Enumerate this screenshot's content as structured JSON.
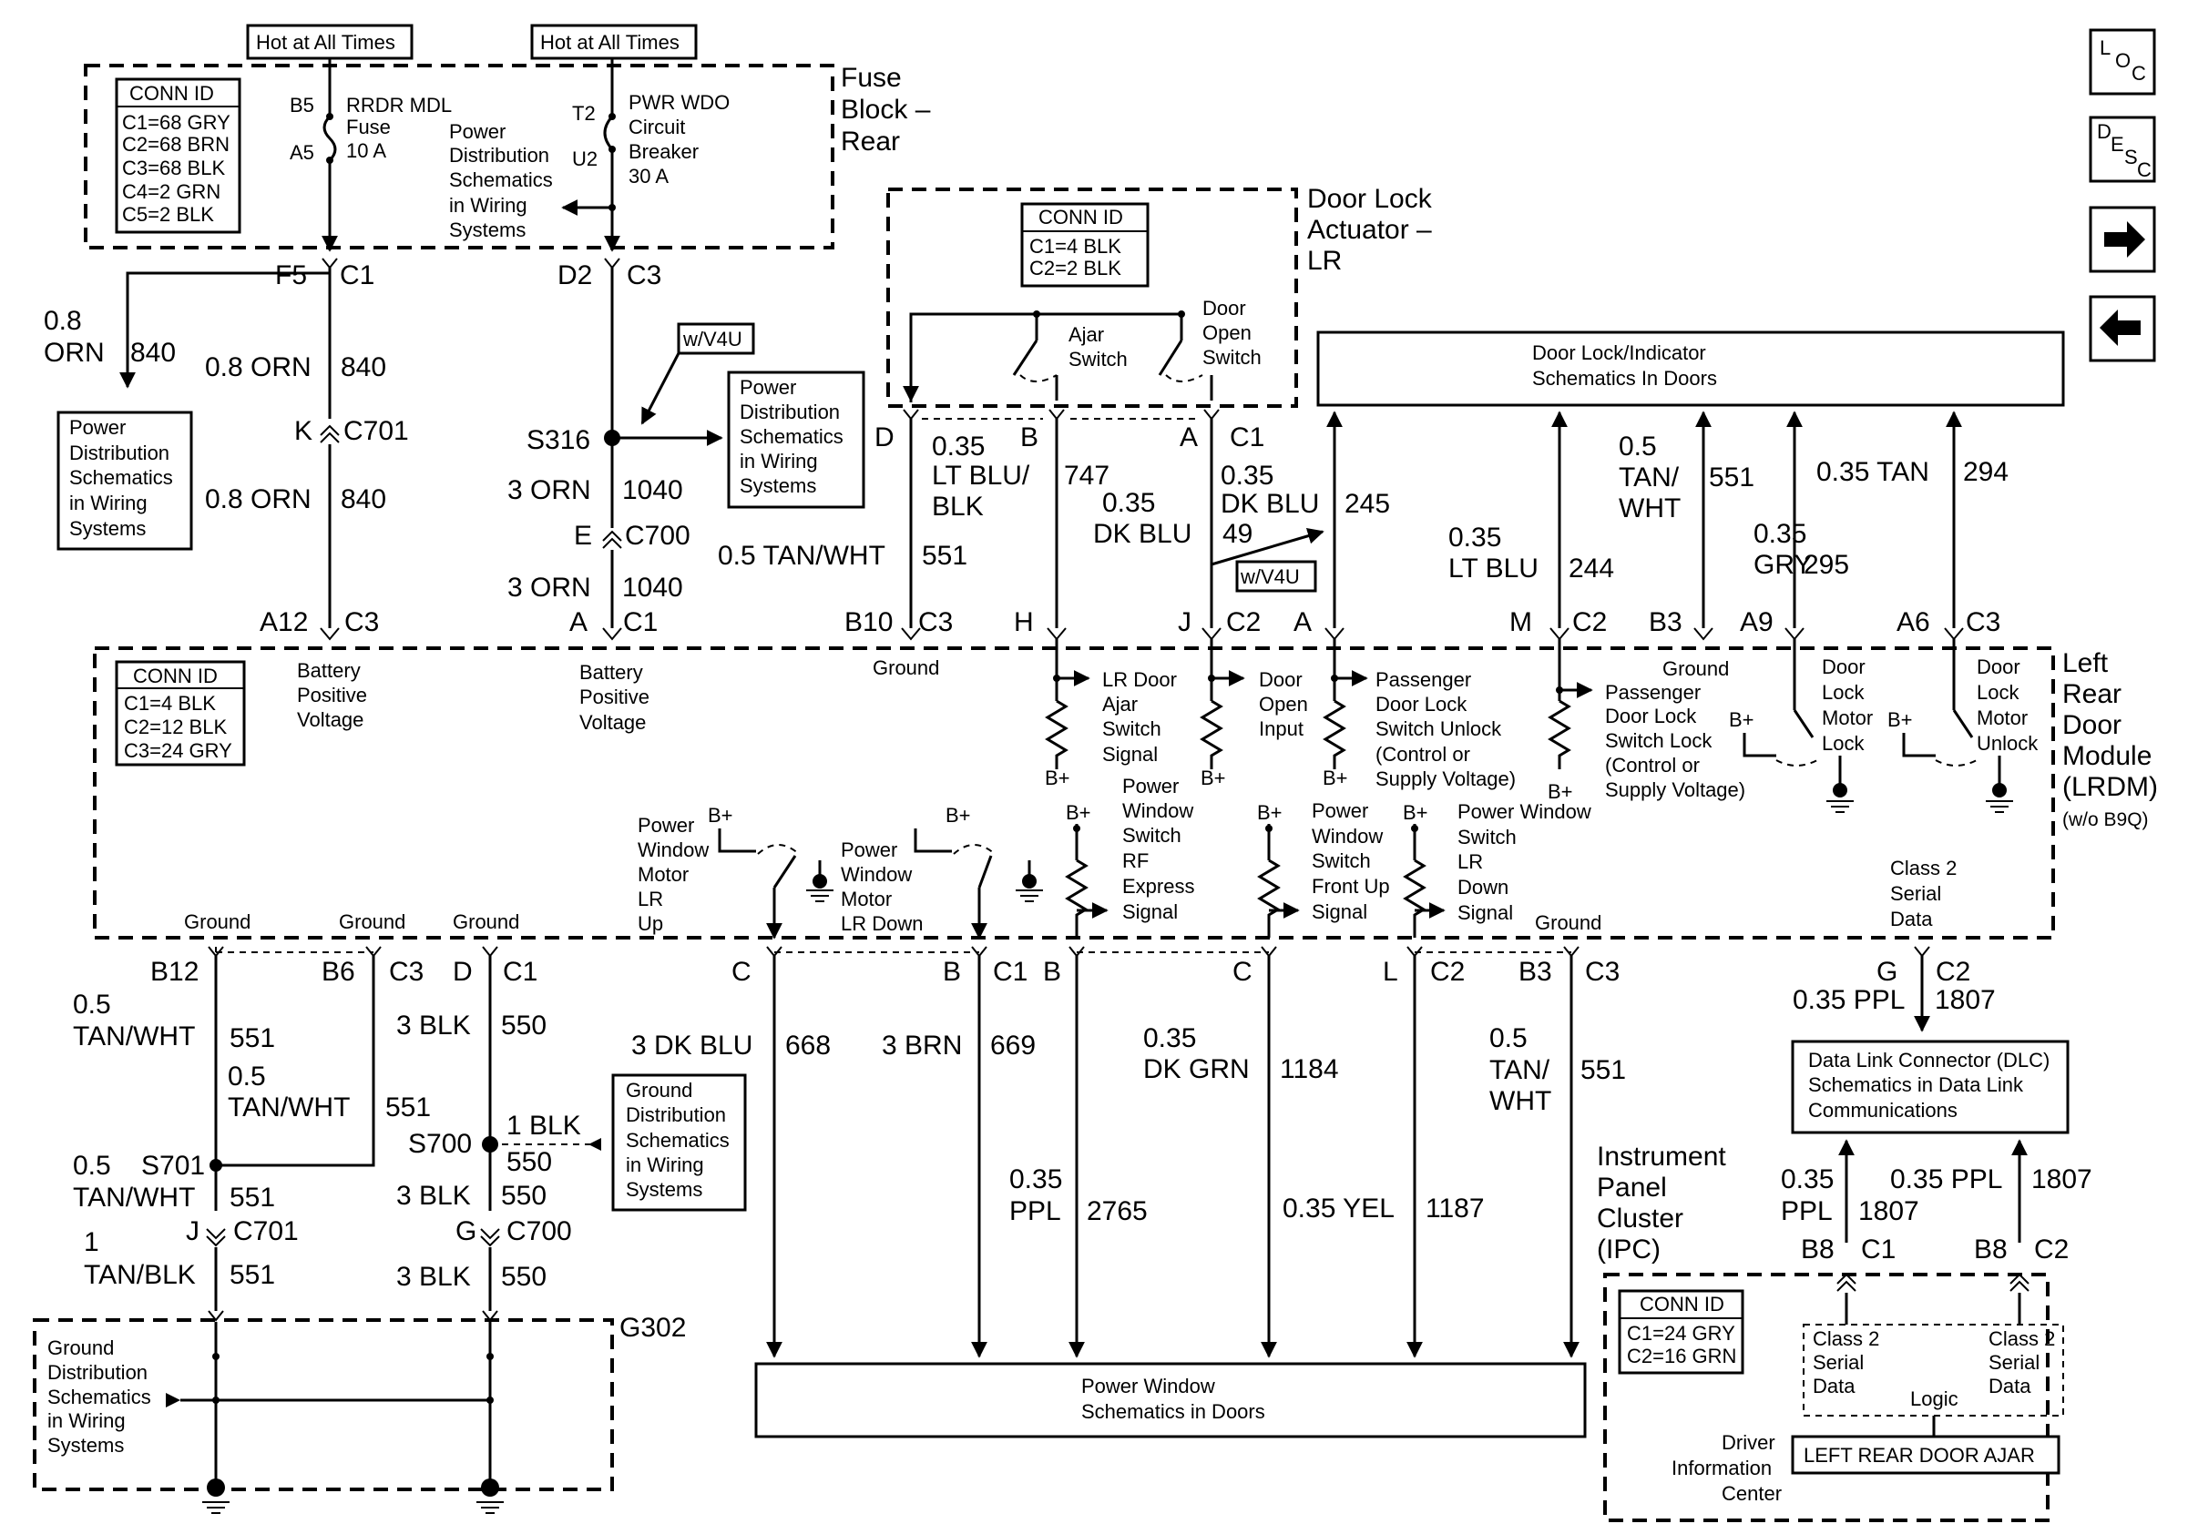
{
  "nav_icons": {
    "loc": {
      "l1": "L",
      "l2": "O",
      "l3": "C"
    },
    "desc": {
      "l1": "D",
      "l2": "E",
      "l3": "S",
      "l4": "C"
    },
    "next": "arrow-right-icon",
    "prev": "arrow-left-icon"
  },
  "hot": {
    "left": "Hot at All Times",
    "right": "Hot at All Times"
  },
  "fuse_block": {
    "label1": "Fuse",
    "label2": "Block –",
    "label3": "Rear",
    "conn_title": "CONN ID",
    "conn": [
      "C1=68 GRY",
      "C2=68 BRN",
      "C3=68 BLK",
      "C4=2 GRN",
      "C5=2 BLK"
    ],
    "fuse_pin_top": "B5",
    "fuse_pin_bot": "A5",
    "fuse": [
      "RRDR MDL",
      "Fuse",
      "10 A"
    ],
    "pd": [
      "Power",
      "Distribution",
      "Schematics",
      "in Wiring",
      "Systems"
    ],
    "cb_pin_top": "T2",
    "cb_pin_bot": "U2",
    "cb": [
      "PWR WDO",
      "Circuit",
      "Breaker",
      "30 A"
    ]
  },
  "left_upper": {
    "f5": "F5",
    "c1": "C1",
    "w_ext_a": "0.8",
    "w_ext_b": "ORN",
    "w_ext_num": "840",
    "pd_box": [
      "Power",
      "Distribution",
      "Schematics",
      "in Wiring",
      "Systems"
    ],
    "w1": "0.8 ORN",
    "n1": "840",
    "k": "K",
    "c701": "C701",
    "w2": "0.8 ORN",
    "n2": "840",
    "a12": "A12",
    "c3": "C3"
  },
  "mid_upper": {
    "d2": "D2",
    "c3": "C3",
    "wv4u": "w/V4U",
    "pd_box": [
      "Power",
      "Distribution",
      "Schematics",
      "in Wiring",
      "Systems"
    ],
    "s316": "S316",
    "w1": "3 ORN",
    "n1": "1040",
    "e": "E",
    "c700": "C700",
    "w2": "3 ORN",
    "n2": "1040",
    "a": "A",
    "c1": "C1"
  },
  "door_lock": {
    "label1": "Door Lock",
    "label2": "Actuator –",
    "label3": "LR",
    "conn_title": "CONN ID",
    "conn": [
      "C1=4 BLK",
      "C2=2 BLK"
    ],
    "ajar": [
      "Ajar",
      "Switch"
    ],
    "open": [
      "Door",
      "Open",
      "Switch"
    ],
    "d": "D",
    "b": "B",
    "a": "A",
    "c1": "C1"
  },
  "dl_schem": [
    "Door Lock/Indicator",
    "Schematics In Doors"
  ],
  "wires_top": {
    "w551": "0.5 TAN/WHT",
    "n551": "551",
    "w747a": "0.35",
    "w747b": "LT BLU/",
    "w747c": "BLK",
    "n747": "747",
    "w49a": "0.35",
    "w49b": "DK BLU",
    "n49_top": "49",
    "w49c": "0.35",
    "w49d": "DK BLU",
    "wv4u": "w/V4U",
    "n245": "245",
    "w244a": "0.35",
    "w244b": "LT BLU",
    "n244": "244",
    "w551ba": "0.5",
    "w551bb": "TAN/",
    "w551bc": "WHT",
    "n551b": "551",
    "w295a": "0.35",
    "w295b": "GRY",
    "n295": "295",
    "w294": "0.35 TAN",
    "n294": "294",
    "b10": "B10",
    "c3a": "C3",
    "h": "H",
    "j": "J",
    "c2": "C2",
    "a": "A",
    "m": "M",
    "c2b": "C2",
    "b3": "B3",
    "a9": "A9",
    "a6": "A6",
    "c3b": "C3"
  },
  "lrdm": {
    "label": [
      "Left",
      "Rear",
      "Door",
      "Module",
      "(LRDM)"
    ],
    "sub": "(w/o B9Q)",
    "conn_title": "CONN ID",
    "conn": [
      "C1=4 BLK",
      "C2=12 BLK",
      "C3=24 GRY"
    ],
    "bpv1": [
      "Battery",
      "Positive",
      "Voltage"
    ],
    "bpv2": [
      "Battery",
      "Positive",
      "Voltage"
    ],
    "ground_top": "Ground",
    "ajar_sig": [
      "LR  Door",
      "Ajar",
      "Switch",
      "Signal"
    ],
    "open_in": [
      "Door",
      "Open",
      "Input"
    ],
    "unlock": [
      "Passenger",
      "Door Lock",
      "Switch Unlock",
      "(Control or",
      "Supply Voltage)"
    ],
    "lock_sw": [
      "Ground",
      "Passenger",
      "Door Lock",
      "Switch Lock",
      "(Control or",
      "Supply Voltage)"
    ],
    "motor_lock": [
      "Door",
      "Lock",
      "Motor",
      "Lock"
    ],
    "motor_unlock": [
      "Door",
      "Lock",
      "Motor",
      "Unlock"
    ],
    "bplus": "B+",
    "pw_up": [
      "Power",
      "Window",
      "Motor",
      "LR",
      "Up"
    ],
    "pw_down": [
      "Power",
      "Window",
      "Motor",
      "LR Down"
    ],
    "rf": [
      "Power",
      "Window",
      "Switch",
      "RF",
      "Express",
      "Signal"
    ],
    "front_up": [
      "Power",
      "Window",
      "Switch",
      "Front Up",
      "Signal"
    ],
    "lr_down": [
      "Power Window",
      "Switch",
      "LR",
      "Down",
      "Signal"
    ],
    "class2": [
      "Class 2",
      "Serial",
      "Data"
    ],
    "gnd1": "Ground",
    "gnd2": "Ground",
    "gnd3": "Ground",
    "gnd4": "Ground"
  },
  "bottom": {
    "b12": "B12",
    "b6": "B6",
    "c3": "C3",
    "d": "D",
    "c1": "C1",
    "w_l1a": "0.5",
    "w_l1b": "TAN/WHT",
    "n_l1": "551",
    "w_l2a": "0.5",
    "w_l2b": "TAN/WHT",
    "n_l2": "551",
    "w_blk1": "3 BLK",
    "n_blk1": "550",
    "gd_box": [
      "Ground",
      "Distribution",
      "Schematics",
      "in Wiring",
      "Systems"
    ],
    "w_1blk": "1 BLK",
    "n_1blk": "550",
    "s700": "S700",
    "s701": "S701",
    "w_l3a": "0.5",
    "w_l3b": "TAN/WHT",
    "n_l3": "551",
    "w_blk2": "3 BLK",
    "n_blk2": "550",
    "j": "J",
    "c701": "C701",
    "g": "G",
    "c700": "C700",
    "w_l4a": "1",
    "w_l4b": "TAN/BLK",
    "n_l4": "551",
    "w_blk3": "3 BLK",
    "n_blk3": "550",
    "g302": "G302",
    "gd2": [
      "Ground",
      "Distribution",
      "Schematics",
      "in Wiring",
      "Systems"
    ],
    "c_pin": "C",
    "b_pin": "B",
    "c1b": "C1",
    "b_pin2": "B",
    "c_pin2": "C",
    "l_pin": "L",
    "c2": "C2",
    "b3": "B3",
    "c3b": "C3",
    "w668": "3 DK BLU",
    "n668": "668",
    "w669": "3 BRN",
    "n669": "669",
    "w1184a": "0.35",
    "w1184b": "DK GRN",
    "n1184": "1184",
    "w551a": "0.5",
    "w551b": "TAN/",
    "w551c": "WHT",
    "n551": "551",
    "w2765a": "0.35",
    "w2765b": "PPL",
    "n2765": "2765",
    "w1187": "0.35 YEL",
    "n1187": "1187",
    "pw_schem": [
      "Power Window",
      "Schematics in Doors"
    ]
  },
  "right_bottom": {
    "g": "G",
    "c2": "C2",
    "w1807": "0.35 PPL",
    "n1807": "1807",
    "dlc": [
      "Data Link Connector (DLC)",
      "Schematics in Data Link",
      "Communications"
    ],
    "ipc": [
      "Instrument",
      "Panel",
      "Cluster",
      "(IPC)"
    ],
    "wl_a": "0.35",
    "wl_b": "PPL",
    "nl": "1807",
    "wr": "0.35 PPL",
    "nr": "1807",
    "b8a": "B8",
    "c1": "C1",
    "b8b": "B8",
    "c2b": "C2",
    "conn_title": "CONN ID",
    "conn": [
      "C1=24 GRY",
      "C2=16 GRN"
    ],
    "class2a": [
      "Class 2",
      "Serial",
      "Data"
    ],
    "class2b": [
      "Class 2",
      "Serial",
      "Data"
    ],
    "logic": "Logic",
    "dic": [
      "Driver",
      "Information",
      "Center"
    ],
    "ajar_msg": "LEFT REAR DOOR AJAR"
  }
}
